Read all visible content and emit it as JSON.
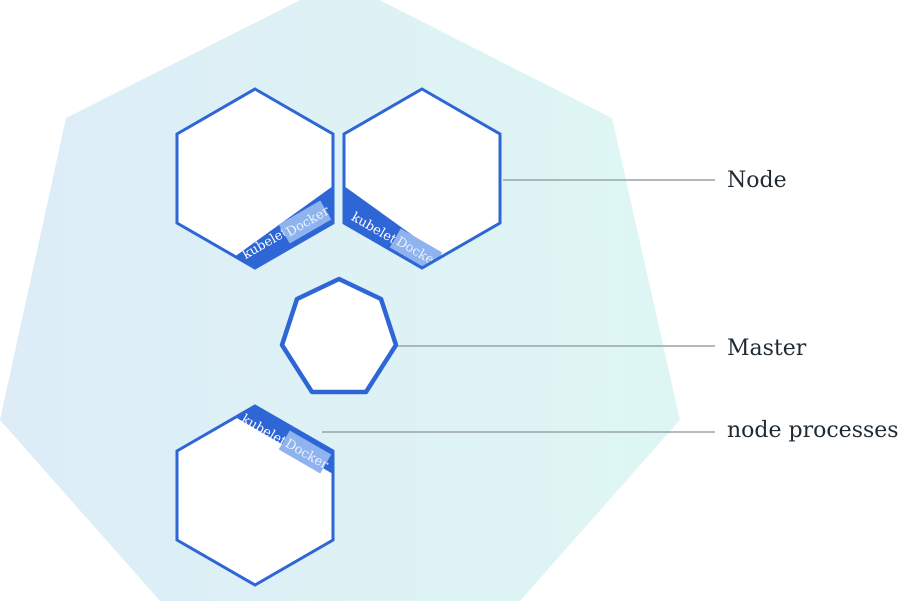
{
  "labels": {
    "node": "Node",
    "master": "Master",
    "node_processes": "node processes"
  },
  "processes": {
    "kubelet": "kubelet",
    "docker": "Docker"
  },
  "colors": {
    "cluster_fill_start": "#d8ecf7",
    "cluster_fill_end": "#d9f6f2",
    "node_stroke": "#2f66d6",
    "node_band": "#2f66d6",
    "docker_chip": "#8fb3ee",
    "leader_line": "#9aa3a9",
    "label_text": "#1f2a33"
  }
}
